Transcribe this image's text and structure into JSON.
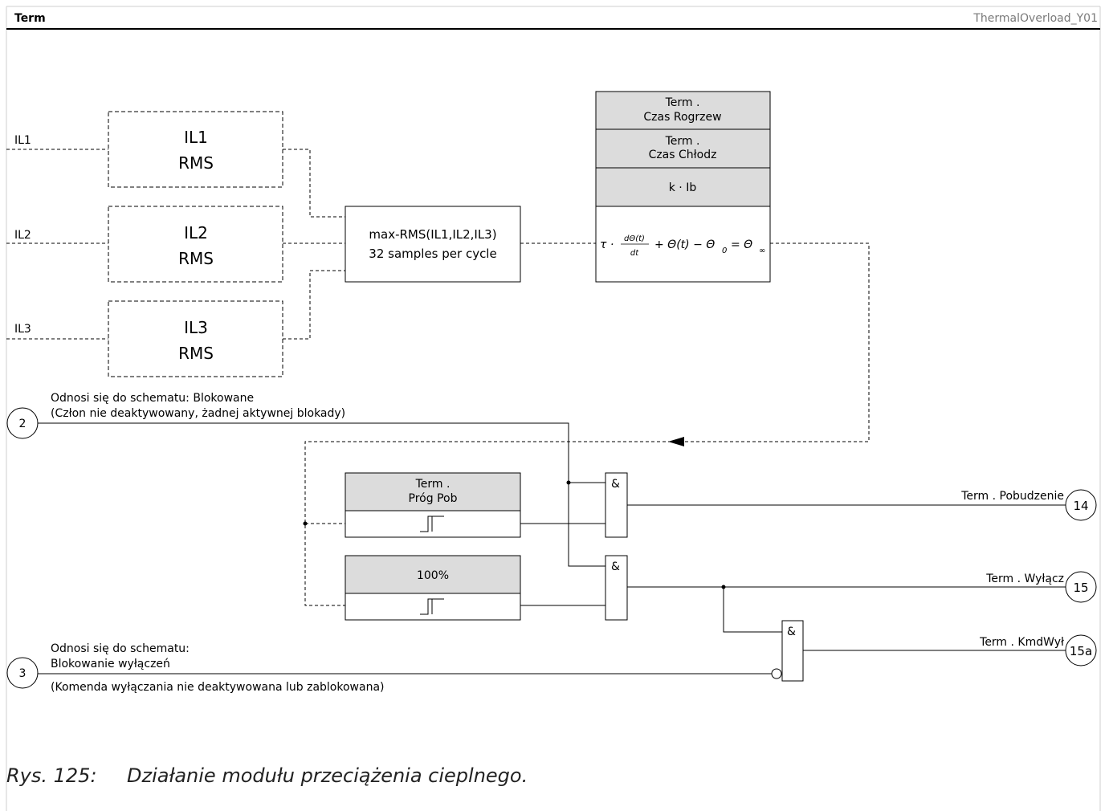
{
  "header": {
    "title": "Term",
    "doc_id": "ThermalOverload_Y01"
  },
  "inputs": [
    "IL1",
    "IL2",
    "IL3"
  ],
  "rms_blocks": [
    {
      "line1": "IL1",
      "line2": "RMS"
    },
    {
      "line1": "IL2",
      "line2": "RMS"
    },
    {
      "line1": "IL3",
      "line2": "RMS"
    }
  ],
  "max_block": {
    "line1": "max-RMS(IL1,IL2,IL3)",
    "line2": "32 samples per cycle"
  },
  "params": {
    "heat_time": {
      "line1": "Term .",
      "line2": "Czas Rogrzew"
    },
    "cool_time": {
      "line1": "Term .",
      "line2": "Czas Chłodz"
    },
    "k_ib": "k · Ib"
  },
  "formula": {
    "tau": "τ ·",
    "num": "dΘ(t)",
    "den": "dt",
    "rest": "+ Θ(t) − Θ",
    "sub0": "0",
    "eq": "= Θ",
    "subinf": "∞"
  },
  "threshold_blocks": [
    {
      "line1": "Term .",
      "line2": "Próg Pob"
    },
    {
      "line1": "100%",
      "line2": ""
    }
  ],
  "gate_symbol": "&",
  "references": [
    {
      "num": "2",
      "text1": "Odnosi się do schematu: Blokowane",
      "text2": "(Człon nie deaktywowany, żadnej aktywnej blokady)"
    },
    {
      "num": "3",
      "text1": "Odnosi się do schematu:",
      "text2": "Blokowanie wyłączeń",
      "text3": "(Komenda wyłączania nie deaktywowana lub zablokowana)"
    }
  ],
  "outputs": [
    {
      "label": "Term . Pobudzenie",
      "num": "14"
    },
    {
      "label": "Term . Wyłącz",
      "num": "15"
    },
    {
      "label": "Term . KmdWył",
      "num": "15a"
    }
  ],
  "caption": {
    "number": "Rys. 125:",
    "text": "Działanie modułu przeciążenia cieplnego."
  }
}
